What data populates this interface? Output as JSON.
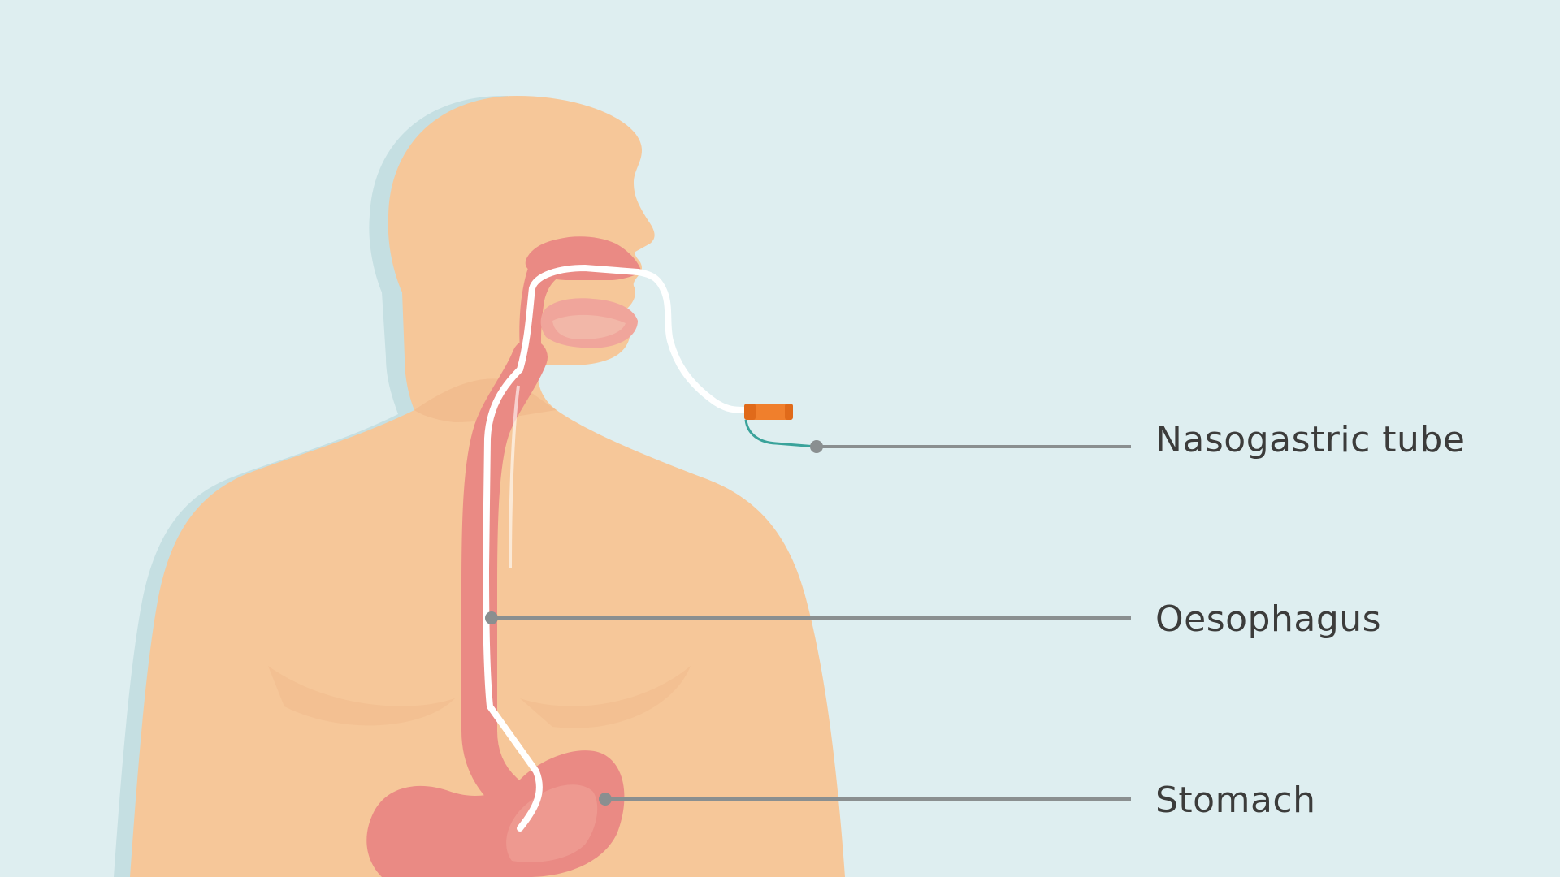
{
  "labels": {
    "nasogastric_tube": "Nasogastric tube",
    "oesophagus": "Oesophagus",
    "stomach": "Stomach"
  },
  "colors": {
    "background": "#deeef0",
    "shadow": "#c5dfe2",
    "skin": "#f6c799",
    "skin_dark": "#efb587",
    "tract": "#ea8a84",
    "tract_light": "#f0a59b",
    "tube": "#ffffff",
    "connector": "#f07f2c",
    "leader_line": "#8a8f90",
    "label_text": "#3c3c3b"
  },
  "icons": {
    "figure": "human-torso-icon",
    "connector": "tube-connector-icon"
  }
}
